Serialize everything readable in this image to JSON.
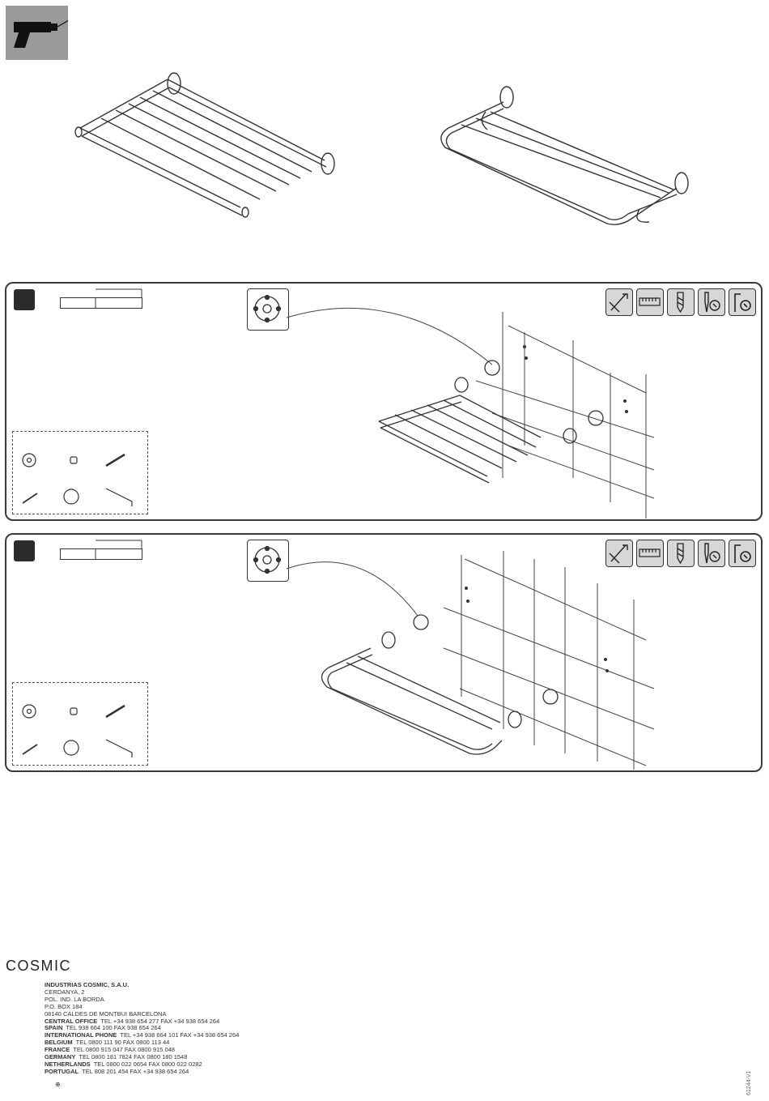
{
  "brand": {
    "logo_text": "COSMIC"
  },
  "company": {
    "name": "INDUSTRIAS COSMIC, S.A.U.",
    "address_lines": [
      "CERDANYA, 2",
      "POL. IND. LA BORDA",
      "P.O. BOX 184",
      "08140  CALDES DE MONTBUI  BARCELONA"
    ],
    "contacts": [
      {
        "label": "CENTRAL OFFICE",
        "text": "TEL +34 938 654 277  FAX +34 938 654 264"
      },
      {
        "label": "SPAIN",
        "text": "TEL 938 664 100  FAX 938 654 264"
      },
      {
        "label": "INTERNATIONAL PHONE",
        "text": "TEL +34 938 664 101  FAX +34 938 654 264"
      },
      {
        "label": "BELGIUM",
        "text": "TEL 0800 111 90  FAX 0800 113 44"
      },
      {
        "label": "FRANCE",
        "text": "TEL 0800 915 047  FAX 0800 915 048"
      },
      {
        "label": "GERMANY",
        "text": "TEL 0800 181 7824  FAX 0800 180 1548"
      },
      {
        "label": "NETHERLANDS",
        "text": "TEL 0800 022 0654  FAX 0800 022 0282"
      },
      {
        "label": "PORTUGAL",
        "text": "TEL 808 201 454  FAX +34 938 654 264"
      }
    ]
  },
  "document": {
    "reference_code": "61244-V1",
    "recycle_mark": "⊕"
  },
  "icons": {
    "drill_badge": "drill-icon",
    "tools": [
      "pencil-marking-icon",
      "tape-measure-icon",
      "drill-bit-icon",
      "screwdriver-icon",
      "allen-key-icon"
    ]
  },
  "colors": {
    "badge_gray": "#9a9a9a",
    "panel_border": "#3a3a3a",
    "tool_bg": "#d7d7d7",
    "step_num_bg": "#2b2b2b"
  }
}
